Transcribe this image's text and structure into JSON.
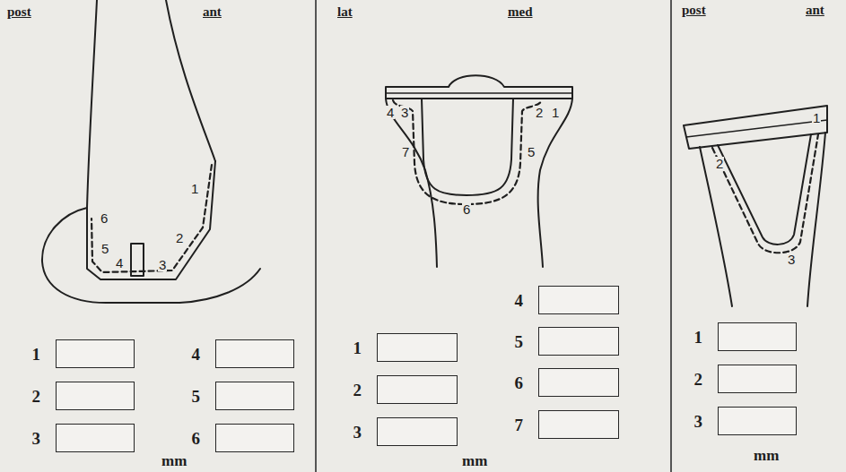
{
  "diagram": {
    "nodes": [
      {
        "text": [
          "1"
        ]
      },
      {
        "text": [
          "2"
        ]
      },
      {
        "text": [
          "3"
        ]
      },
      {
        "text": [
          "4"
        ]
      },
      {
        "text": [
          "5"
        ]
      },
      {
        "text": [
          "6"
        ]
      },
      {
        "text": [
          "4"
        ]
      },
      {
        "text": [
          "1"
        ]
      },
      {
        "text": [
          "5"
        ]
      },
      {
        "text": [
          "2"
        ]
      },
      {
        "text": [
          "6"
        ]
      },
      {
        "text": [
          "3"
        ]
      },
      {
        "text": [
          "7"
        ]
      },
      {
        "text": [
          "1"
        ]
      },
      {
        "text": [
          "2"
        ]
      },
      {
        "text": [
          "3"
        ]
      }
    ],
    "labels": [
      "post",
      "ant",
      "1",
      "2",
      "3",
      "4",
      "5",
      "6",
      "mm",
      "lat",
      "med",
      "4",
      "3",
      "2",
      "1",
      "7",
      "5",
      "6",
      "mm",
      "post",
      "ant",
      "1",
      "2",
      "3",
      "mm"
    ]
  }
}
